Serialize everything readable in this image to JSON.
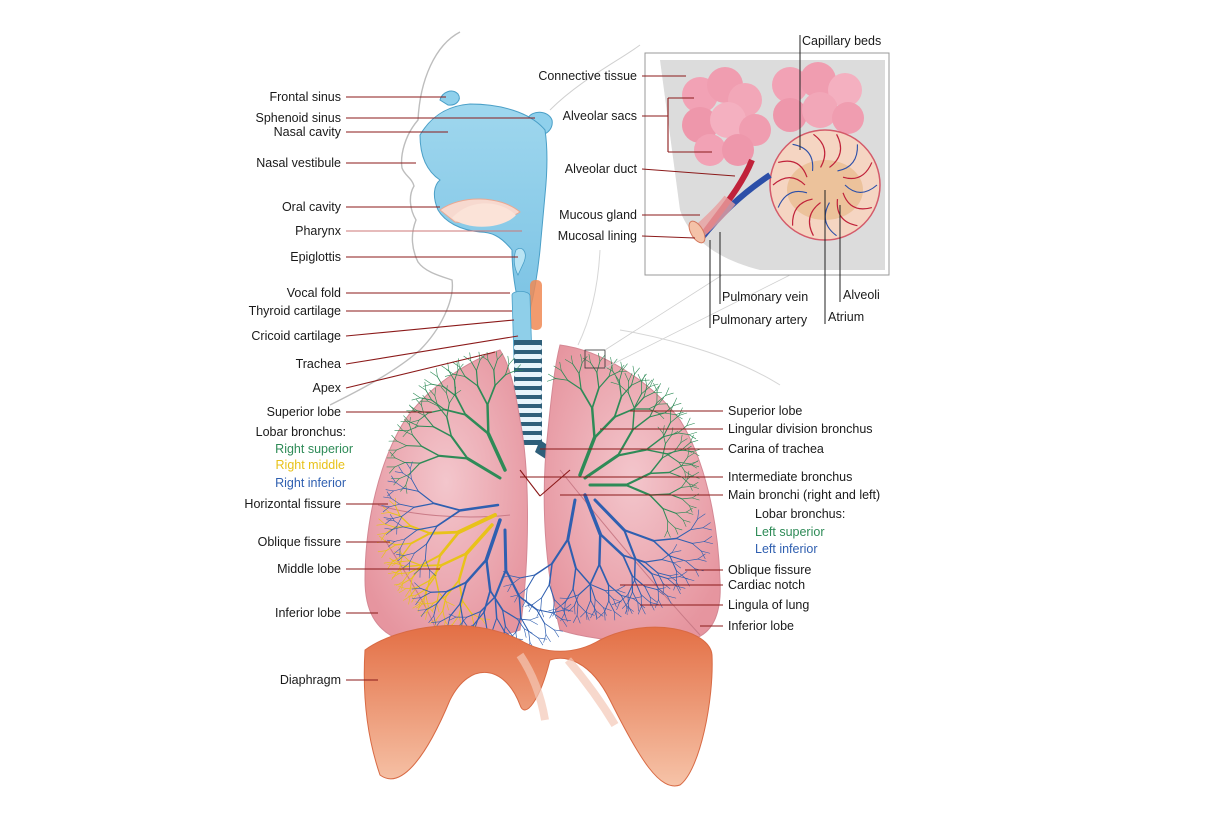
{
  "labels_left": {
    "frontal_sinus": "Frontal sinus",
    "sphenoid_sinus": "Sphenoid sinus",
    "nasal_cavity": "Nasal cavity",
    "nasal_vestibule": "Nasal vestibule",
    "oral_cavity": "Oral cavity",
    "pharynx": "Pharynx",
    "epiglottis": "Epiglottis",
    "vocal_fold": "Vocal fold",
    "thyroid_cartilage": "Thyroid cartilage",
    "cricoid_cartilage": "Cricoid cartilage",
    "trachea": "Trachea",
    "apex": "Apex",
    "superior_lobe": "Superior lobe",
    "lobar_bronchus": "Lobar bronchus:",
    "right_superior": "Right superior",
    "right_middle": "Right middle",
    "right_inferior": "Right inferior",
    "horizontal_fissure": "Horizontal fissure",
    "oblique_fissure": "Oblique fissure",
    "middle_lobe": "Middle lobe",
    "inferior_lobe": "Inferior lobe",
    "diaphragm": "Diaphragm"
  },
  "labels_right": {
    "superior_lobe": "Superior lobe",
    "lingular_division_bronchus": "Lingular division bronchus",
    "carina_of_trachea": "Carina of trachea",
    "intermediate_bronchus": "Intermediate bronchus",
    "main_bronchi": "Main bronchi (right and left)",
    "lobar_bronchus": "Lobar bronchus:",
    "left_superior": "Left superior",
    "left_inferior": "Left inferior",
    "oblique_fissure": "Oblique fissure",
    "cardiac_notch": "Cardiac notch",
    "lingula_of_lung": "Lingula of lung",
    "inferior_lobe": "Inferior lobe"
  },
  "labels_inset": {
    "capillary_beds": "Capillary beds",
    "connective_tissue": "Connective tissue",
    "alveolar_sacs": "Alveolar sacs",
    "alveolar_duct": "Alveolar duct",
    "mucous_gland": "Mucous gland",
    "mucosal_lining": "Mucosal lining",
    "pulmonary_vein": "Pulmonary vein",
    "pulmonary_artery": "Pulmonary artery",
    "alveoli": "Alveoli",
    "atrium": "Atrium"
  },
  "colors": {
    "airway_blue": "#a8dcef",
    "lung_pink": "#efb3bb",
    "diaphragm_orange": "#e98a63",
    "bronchus_superior_green": "#2e8b57",
    "bronchus_middle_yellow": "#e8c21a",
    "bronchus_inferior_blue": "#2f5fb0",
    "leader_red": "#8b1a1a",
    "inset_bg": "#e6e6e6"
  }
}
